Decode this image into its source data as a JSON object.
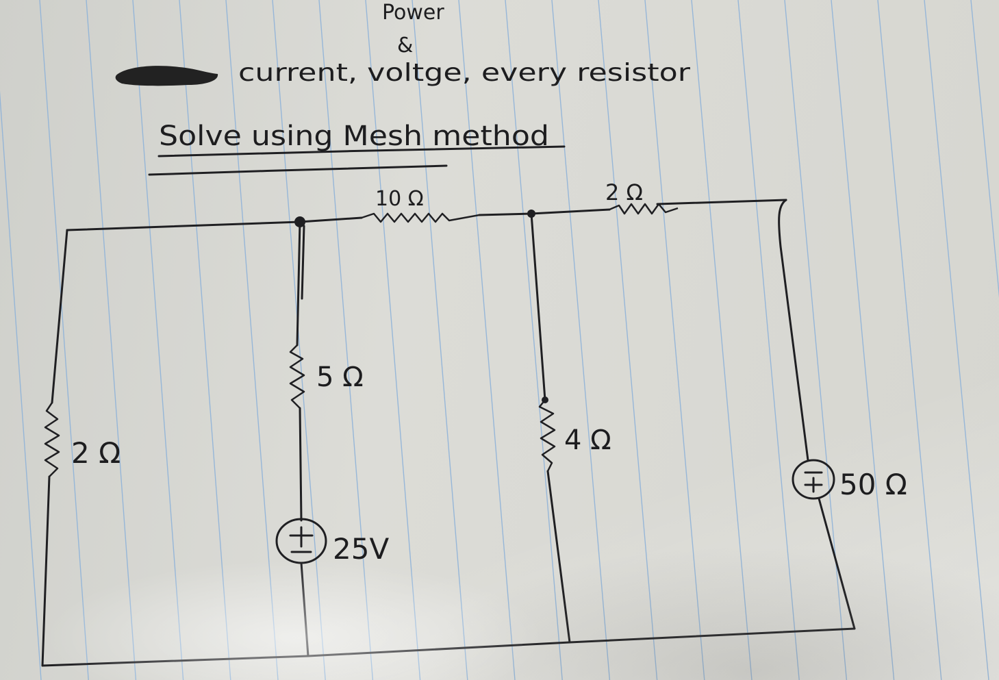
{
  "notes": {
    "line1": "Power",
    "line2": "&",
    "line3_a": "current, voltge, every resistor",
    "line4": "Solve using Mesh method"
  },
  "components": {
    "r_top_left": "10 Ω",
    "r_top_right": "2 Ω",
    "r_left": "2 Ω",
    "r_mid_left": "5 Ω",
    "r_mid_right": "4 Ω",
    "src_mid": "25V",
    "src_right": "50 Ω"
  },
  "colors": {
    "ink": "#1f1f22",
    "rule_lines": "#8fb3d9",
    "paper": "#d9d9d4"
  }
}
